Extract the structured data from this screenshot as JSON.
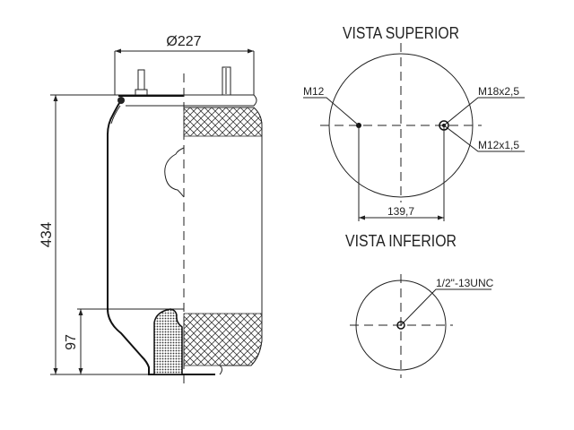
{
  "side_view": {
    "diameter_label": "Ø227",
    "height_label": "434",
    "piston_height_label": "97"
  },
  "top_view": {
    "title": "VISTA SUPERIOR",
    "left_thread_label": "M12",
    "right_thread_label": "M18x2,5",
    "air_fitting_label": "M12x1,5",
    "spacing_label": "139,7"
  },
  "bottom_view": {
    "title": "VISTA INFERIOR",
    "thread_label": "1/2\"-13UNC"
  }
}
